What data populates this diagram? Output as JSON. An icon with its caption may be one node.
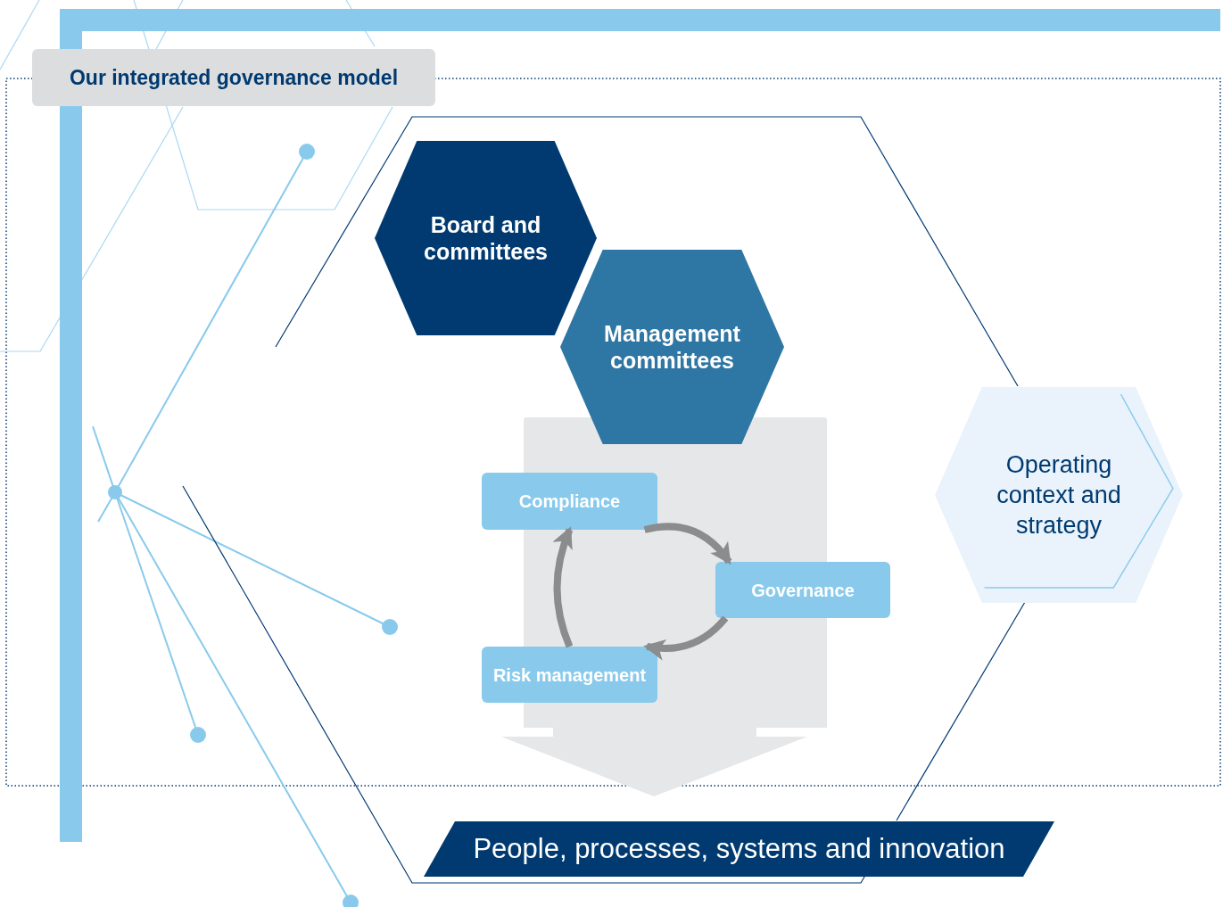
{
  "diagram": {
    "title": "Our integrated governance model",
    "nodes": [
      {
        "text": [
          "Board and committees"
        ]
      },
      {
        "text": [
          "Management committees"
        ]
      },
      {
        "text": [
          "Compliance"
        ]
      },
      {
        "text": [
          "Governance"
        ]
      },
      {
        "text": [
          "Risk management"
        ]
      },
      {
        "text": [
          "Operating context and strategy"
        ]
      },
      {
        "text": [
          "People, processes, systems and innovation"
        ]
      }
    ],
    "edges": [
      {
        "from": 2,
        "to": 3,
        "arrow": "to"
      },
      {
        "from": 3,
        "to": 4,
        "arrow": "to"
      },
      {
        "from": 4,
        "to": 2,
        "arrow": "to"
      }
    ]
  }
}
